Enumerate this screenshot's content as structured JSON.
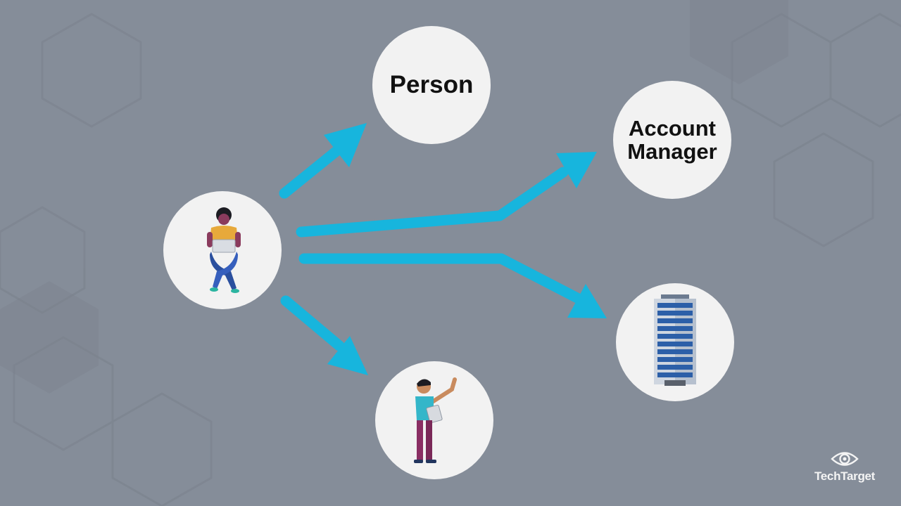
{
  "colors": {
    "background": "#858d99",
    "arrow": "#17b5dd",
    "node_fill": "#f2f2f2",
    "label_text": "#111111"
  },
  "nodes": {
    "person": {
      "label": "Person"
    },
    "account_manager": {
      "label_line1": "Account",
      "label_line2": "Manager"
    },
    "user": {
      "icon": "person-with-laptop-icon"
    },
    "worker": {
      "icon": "person-pointing-with-clipboard-icon"
    },
    "building": {
      "icon": "office-building-icon"
    }
  },
  "branding": {
    "logo_text": "TechTarget",
    "icon": "eye-logo-icon"
  }
}
